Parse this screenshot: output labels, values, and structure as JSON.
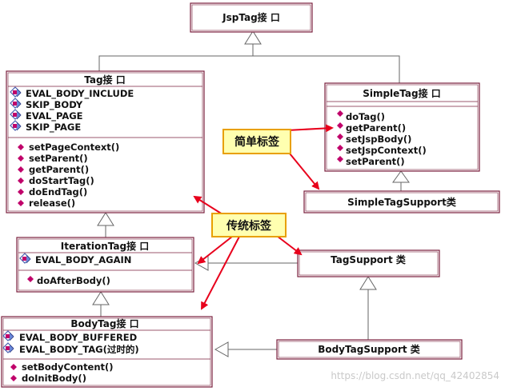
{
  "jsptag": {
    "title": "JspTag接 口"
  },
  "tag": {
    "title": "Tag接 口",
    "fields": [
      "EVAL_BODY_INCLUDE",
      "SKIP_BODY",
      "EVAL_PAGE",
      "SKIP_PAGE"
    ],
    "methods": [
      "setPageContext()",
      "setParent()",
      "getParent()",
      "doStartTag()",
      "doEndTag()",
      "release()"
    ]
  },
  "iterationtag": {
    "title": "IterationTag接 口",
    "fields": [
      "EVAL_BODY_AGAIN"
    ],
    "methods": [
      "doAfterBody()"
    ]
  },
  "bodytag": {
    "title": "BodyTag接 口",
    "fields": [
      "EVAL_BODY_BUFFERED",
      "EVAL_BODY_TAG(过时的)"
    ],
    "methods": [
      "setBodyContent()",
      "doInitBody()"
    ]
  },
  "simpletag": {
    "title": "SimpleTag接 口",
    "methods": [
      "doTag()",
      "getParent()",
      "setJspBody()",
      "setJspContext()",
      "setParent()"
    ]
  },
  "simpletagsupport": {
    "title": "SimpleTagSupport类"
  },
  "tagsupport": {
    "title": "TagSupport 类"
  },
  "bodytagsupport": {
    "title": "BodyTagSupport 类"
  },
  "callouts": {
    "simple": "简单标签",
    "classic": "传统标签"
  },
  "watermark": "https://blog.csdn.net/qq_42402854",
  "colors": {
    "box_border": "#7a1f3d",
    "callout_fill": "#ffffb0",
    "callout_border": "#e8a000",
    "arrow": "#e8001c",
    "method_bullet": "#c0006a",
    "field_icon": "#4a5fb0",
    "inherit_line": "#666666"
  }
}
